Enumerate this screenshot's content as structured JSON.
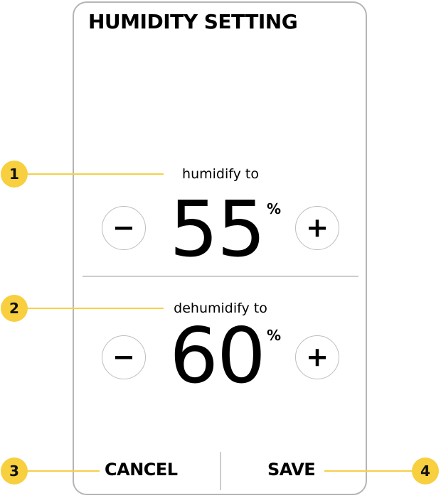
{
  "screen": {
    "title": "HUMIDITY SETTING"
  },
  "humidify": {
    "label": "humidify to",
    "value": "55",
    "unit": "%"
  },
  "dehumidify": {
    "label": "dehumidify to",
    "value": "60",
    "unit": "%"
  },
  "actions": {
    "cancel_label": "CANCEL",
    "save_label": "SAVE"
  },
  "callouts": [
    "1",
    "2",
    "3",
    "4"
  ],
  "icons": {
    "decrease": "minus-icon",
    "increase": "plus-icon"
  },
  "colors": {
    "callout": "#f7cf3f",
    "border": "#b5b5b5",
    "divider": "#cccccc",
    "text": "#000000"
  }
}
